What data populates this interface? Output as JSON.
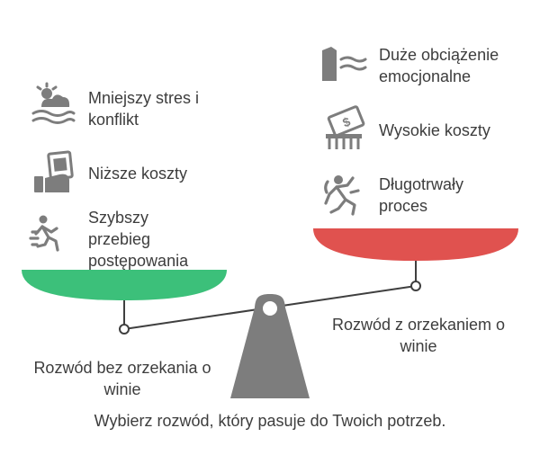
{
  "left_side": {
    "items": [
      {
        "icon": "weather-calm-waves-icon",
        "label": "Mniejszy stres i konflikt"
      },
      {
        "icon": "money-hand-icon",
        "label": "Niższe koszty"
      },
      {
        "icon": "running-person-icon",
        "label": "Szybszy przebieg postępowania"
      }
    ],
    "caption": "Rozwód bez orzekania o winie",
    "pan_color": "#3cc07a"
  },
  "right_side": {
    "items": [
      {
        "icon": "wall-wave-icon",
        "label": "Duże obciążenie emocjonalne"
      },
      {
        "icon": "money-bill-comb-icon",
        "label": "Wysokie koszty"
      },
      {
        "icon": "struggling-person-icon",
        "label": "Długotrwały proces"
      }
    ],
    "caption": "Rozwód z orzekaniem o winie",
    "pan_color": "#e0524f"
  },
  "footer": "Wybierz rozwód, który pasuje do Twoich potrzeb.",
  "colors": {
    "fulcrum": "#7d7d7d",
    "beam": "#3f3f3f",
    "icon": "#7d7d7d"
  }
}
